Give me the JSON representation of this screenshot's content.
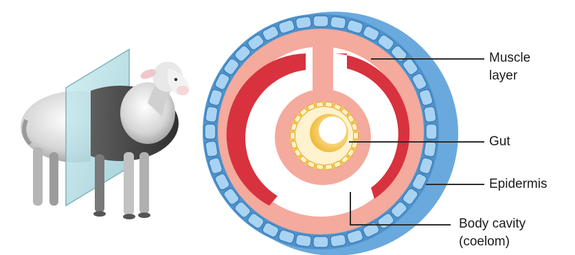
{
  "labels": {
    "muscle": [
      "Muscle",
      "layer"
    ],
    "gut": "Gut",
    "epidermis": "Epidermis",
    "cavity": [
      "Body cavity",
      "(coelom)"
    ]
  },
  "colors": {
    "epidermis_blue": "#5b9fd6",
    "epidermis_cell": "#a9d3f2",
    "muscle_pink": "#f4a99c",
    "muscle_red": "#d9343f",
    "gut_yellow": "#f2c24a",
    "plane_glass": "#b9e0e6",
    "sheep_wool": "#d9d9d9"
  },
  "icons": [
    "sheep-illustration",
    "cross-section-plane"
  ]
}
